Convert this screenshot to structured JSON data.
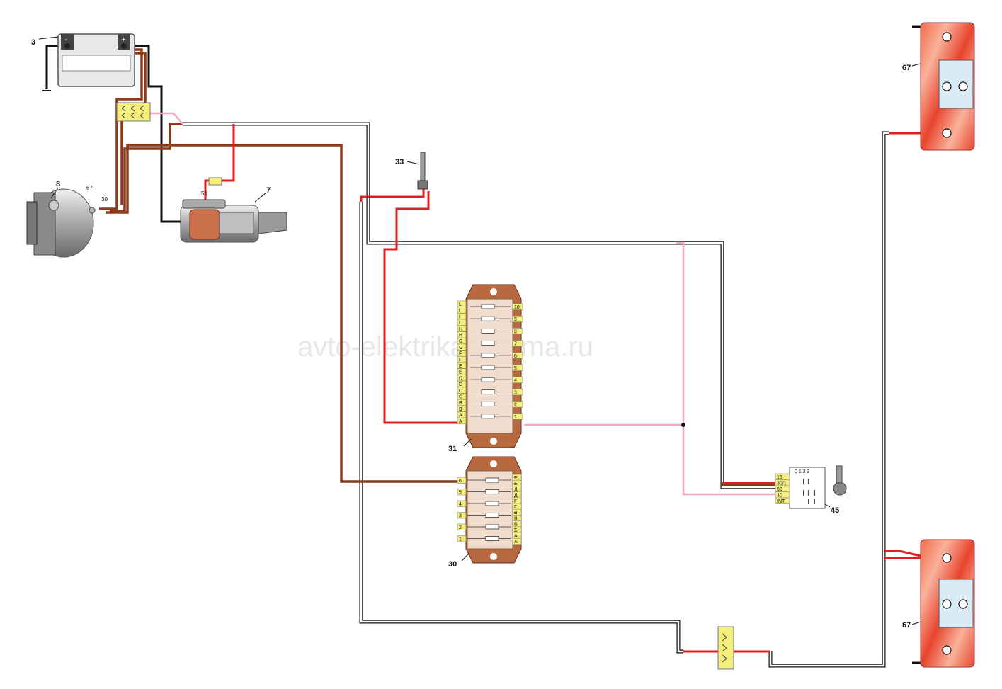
{
  "watermark": "avto-elektrika-shema.ru",
  "components": {
    "battery": {
      "label": "3",
      "minus": "-",
      "plus": "+"
    },
    "generator": {
      "label": "8",
      "term_67": "67",
      "term_30": "30"
    },
    "starter": {
      "label": "7",
      "term_50": "50"
    },
    "oil_sensor": {
      "label": "33"
    },
    "fuse_box_31": {
      "label": "31",
      "left_pins": [
        "L",
        "L",
        "I",
        "I",
        "H",
        "H",
        "G",
        "G",
        "F",
        "F",
        "E",
        "E",
        "D",
        "D",
        "C",
        "C",
        "B",
        "B",
        "A",
        "A"
      ],
      "right_pins": [
        "10",
        "9",
        "8",
        "7",
        "6",
        "5",
        "4",
        "3",
        "2",
        "1"
      ]
    },
    "fuse_box_30": {
      "label": "30",
      "left_pins": [
        "6",
        "5",
        "4",
        "3",
        "2",
        "1"
      ],
      "right_pins": [
        "Е",
        "Е",
        "Д",
        "Д",
        "Г",
        "Г",
        "В",
        "В",
        "Б",
        "Б",
        "А",
        "А"
      ]
    },
    "ignition_switch": {
      "label": "45",
      "positions": "0 1 2 3",
      "terminals": [
        "15",
        "30/1",
        "50",
        "30",
        "INT"
      ]
    },
    "lamp_top": {
      "label": "67"
    },
    "lamp_bottom": {
      "label": "67"
    }
  },
  "colors": {
    "red": "#dd1f1f",
    "brown": "#8b3a1e",
    "black": "#111111",
    "pink": "#f2a6c8",
    "white": "#ffffff",
    "yellow": "#f4ef7a"
  }
}
